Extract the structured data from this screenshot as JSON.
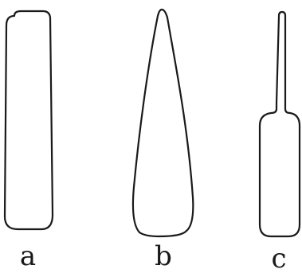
{
  "figures": [
    {
      "label": "a"
    },
    {
      "label": "b"
    },
    {
      "label": "c"
    }
  ]
}
